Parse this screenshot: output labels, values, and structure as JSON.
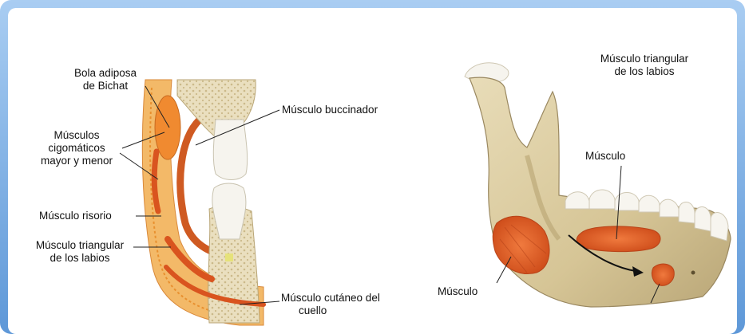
{
  "colors": {
    "frame_blue": "#7fb2e6",
    "frame_inner": "#ffffff",
    "bone": "#d9c9a0",
    "bone_shadow": "#a8956a",
    "muscle": "#e0622a",
    "fat": "#f0a040",
    "tooth": "#f6f4ee"
  },
  "left_figure": {
    "labels": {
      "bichat_line1": "Bola adiposa",
      "bichat_line2": "de Bichat",
      "zygomatic_line1": "Músculos",
      "zygomatic_line2": "cigomáticos",
      "zygomatic_line3": "mayor y menor",
      "risorio": "Músculo risorio",
      "triangular_line1": "Músculo triangular",
      "triangular_line2": "de los labios",
      "buccinador": "Músculo buccinador",
      "cutaneo_line1": "Músculo cutáneo del",
      "cutaneo_line2": "cuello"
    }
  },
  "right_figure": {
    "labels": {
      "triangular_line1": "Músculo triangular",
      "triangular_line2": "de los labios",
      "musculo_upper": "Músculo",
      "musculo_lower": "Músculo"
    }
  }
}
